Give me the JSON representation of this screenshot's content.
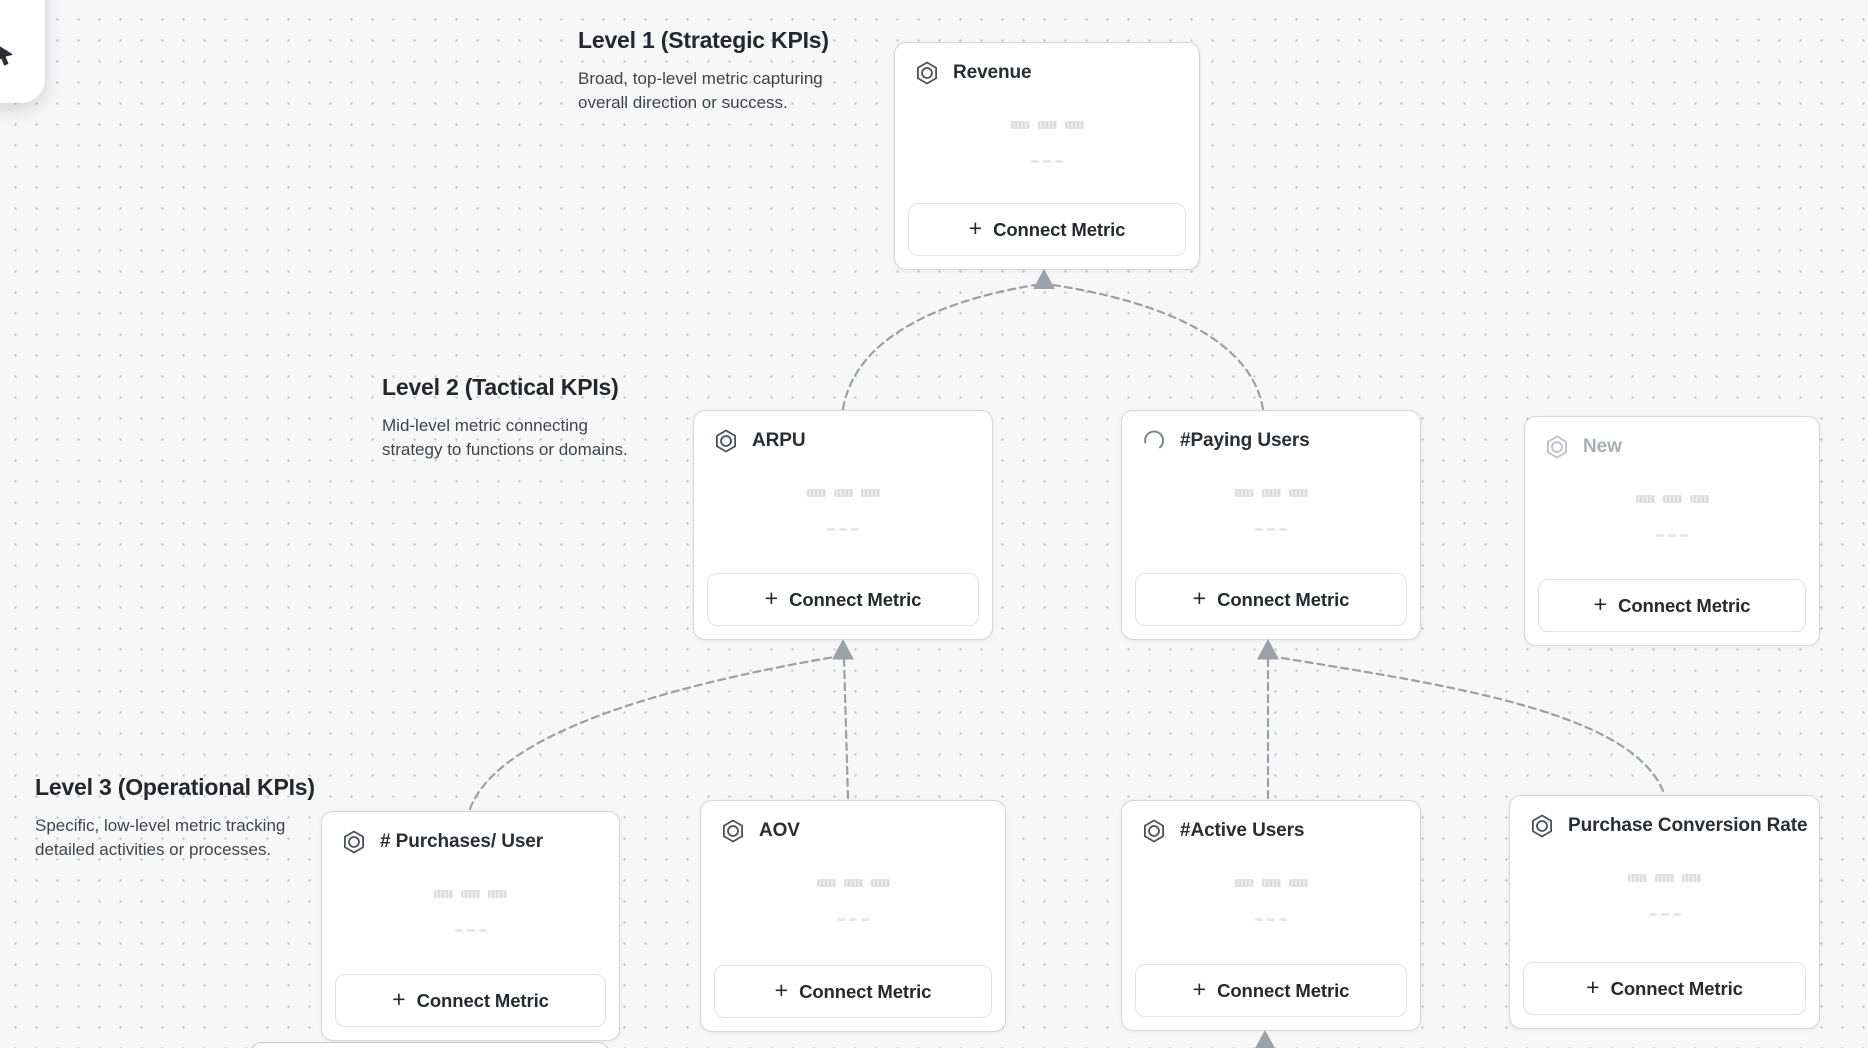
{
  "canvas": {
    "grid": "dot-grid"
  },
  "toolbar": {
    "active_tool": "cursor"
  },
  "levels": [
    {
      "title": "Level 1 (Strategic KPIs)",
      "description_lines": [
        "Broad, top-level metric capturing",
        "overall direction or success."
      ]
    },
    {
      "title": "Level 2 (Tactical KPIs)",
      "description_lines": [
        "Mid-level metric connecting",
        "strategy to functions or domains."
      ]
    },
    {
      "title": "Level 3 (Operational KPIs)",
      "description_lines": [
        "Specific, low-level metric tracking",
        "detailed activities or processes."
      ]
    }
  ],
  "cards": {
    "revenue": {
      "title": "Revenue",
      "icon": "hexagon-metric-icon"
    },
    "arpu": {
      "title": "ARPU",
      "icon": "hexagon-metric-icon"
    },
    "paying_users": {
      "title": "#Paying Users",
      "icon": "loading-spinner-icon"
    },
    "new": {
      "title": "New",
      "icon": "hexagon-metric-icon"
    },
    "purchases_per_user": {
      "title": "# Purchases/ User",
      "icon": "hexagon-metric-icon"
    },
    "aov": {
      "title": "AOV",
      "icon": "hexagon-metric-icon"
    },
    "active_users": {
      "title": "#Active Users",
      "icon": "hexagon-metric-icon"
    },
    "purchase_conversion_rate": {
      "title": "Purchase Conversion Rate",
      "icon": "hexagon-metric-icon"
    }
  },
  "buttons": {
    "connect_metric": "Connect Metric",
    "plus_icon": "+"
  },
  "colors": {
    "background": "#f7f7f8",
    "grid_dot": "#c7c9cd",
    "connector": "#9aa1a8",
    "card_border": "#d6d7da",
    "text_dark": "#24272c",
    "text_muted": "#a9aeb5"
  }
}
